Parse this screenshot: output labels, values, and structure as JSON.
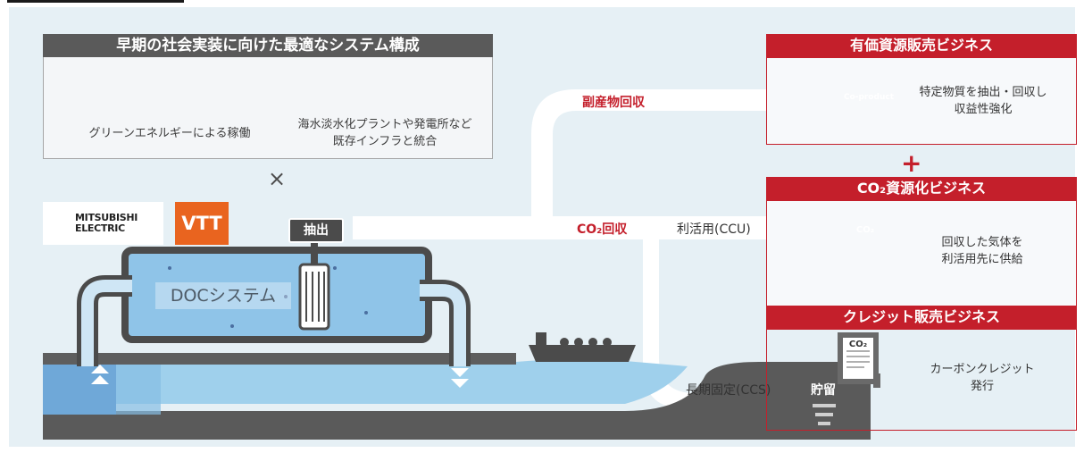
{
  "left_panel": {
    "title": "早期の社会実装に向けた最適なシステム構成",
    "caption_green": "グリーンエネルギーによる稼働",
    "caption_infra_line1": "海水淡水化プラントや発電所など",
    "caption_infra_line2": "既存インフラと統合",
    "times_symbol": "×"
  },
  "logos": {
    "mitsubishi_line1": "MITSUBISHI",
    "mitsubishi_line2": "ELECTRIC",
    "vtt": "VTT"
  },
  "system": {
    "extract_label": "抽出",
    "doc_label": "DOCシステム"
  },
  "flows": {
    "byproduct": "副産物回収",
    "co2_recovery": "CO₂回収",
    "utilization": "利活用(CCU)",
    "long_term": "長期固定(CCS)",
    "storage": "貯留"
  },
  "businesses": {
    "valuable_title": "有価資源販売ビジネス",
    "coproduct_label": "Co-product",
    "valuable_line1": "特定物質を抽出・回収し",
    "valuable_line2": "収益性強化",
    "plus_symbol": "+",
    "co2_title": "CO₂資源化ビジネス",
    "tank_label": "CO₂",
    "co2_line1": "回収した気体を",
    "co2_line2": "利活用先に供給",
    "credit_title": "クレジット販売ビジネス",
    "doc_icon_label": "CO₂",
    "credit_line1": "カーボンクレジット",
    "credit_line2": "発行"
  },
  "colors": {
    "accent_red": "#c41f2b",
    "background": "#e6f0f5",
    "ground": "#555555",
    "water": "#9ccbe8",
    "vtt_orange": "#e9641f"
  }
}
